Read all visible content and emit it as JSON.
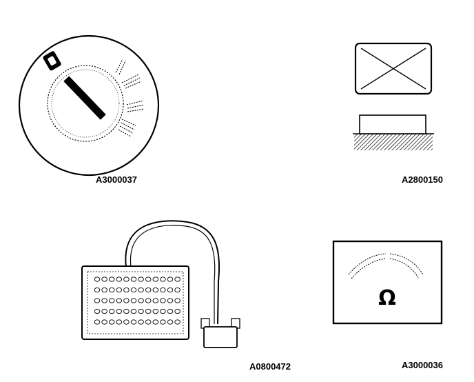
{
  "figures": [
    {
      "id": "ignition",
      "icon": "ignition-switch-icon",
      "code": "A3000037"
    },
    {
      "id": "cover",
      "icon": "cover-block-icon",
      "code": "A2800150"
    },
    {
      "id": "tester",
      "icon": "breakout-box-icon",
      "code": "A0800472"
    },
    {
      "id": "ohmmeter",
      "icon": "ohmmeter-icon",
      "code": "A3000036"
    }
  ]
}
